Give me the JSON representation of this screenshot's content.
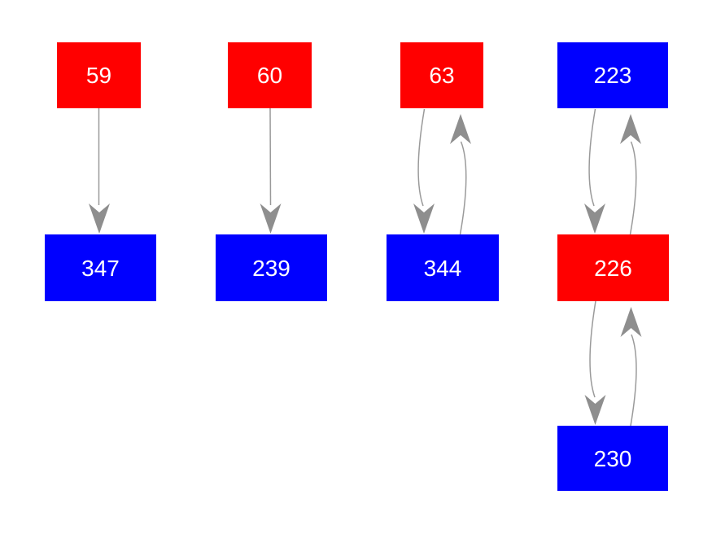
{
  "diagram": {
    "background": "#ffffff",
    "colors": {
      "red_node": "#ff0000",
      "blue_node": "#0000ff",
      "edge_line": "#9a9a9a",
      "arrowhead": "#8e8e8e",
      "label_text": "#ffffff"
    },
    "nodes": [
      {
        "id": "59",
        "label": "59",
        "color": "red"
      },
      {
        "id": "347",
        "label": "347",
        "color": "blue"
      },
      {
        "id": "60",
        "label": "60",
        "color": "red"
      },
      {
        "id": "239",
        "label": "239",
        "color": "blue"
      },
      {
        "id": "63",
        "label": "63",
        "color": "red"
      },
      {
        "id": "344",
        "label": "344",
        "color": "blue"
      },
      {
        "id": "223",
        "label": "223",
        "color": "blue"
      },
      {
        "id": "226",
        "label": "226",
        "color": "red"
      },
      {
        "id": "230",
        "label": "230",
        "color": "blue"
      }
    ],
    "edges": [
      {
        "from": "59",
        "to": "347",
        "style": "straight"
      },
      {
        "from": "60",
        "to": "239",
        "style": "straight"
      },
      {
        "from": "63",
        "to": "344",
        "style": "curved"
      },
      {
        "from": "344",
        "to": "63",
        "style": "curved"
      },
      {
        "from": "223",
        "to": "226",
        "style": "curved"
      },
      {
        "from": "226",
        "to": "223",
        "style": "curved"
      },
      {
        "from": "226",
        "to": "230",
        "style": "curved"
      },
      {
        "from": "230",
        "to": "226",
        "style": "curved"
      }
    ]
  }
}
